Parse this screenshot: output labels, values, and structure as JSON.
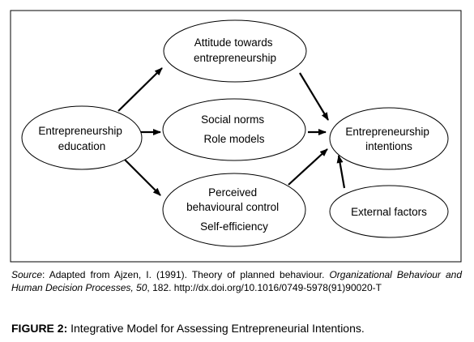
{
  "nodes": {
    "education": [
      "Entrepreneurship",
      "education"
    ],
    "attitude": [
      "Attitude towards",
      "entrepreneurship"
    ],
    "social": [
      "Social norms",
      "Role models"
    ],
    "perceived": [
      "Perceived",
      "behavioural control",
      "Self-efficiency"
    ],
    "intentions": [
      "Entrepreneurship",
      "intentions"
    ],
    "external": [
      "External factors"
    ]
  },
  "source": {
    "label": "Source",
    "text_1": ": Adapted from Ajzen, I. (1991). Theory of planned behaviour. ",
    "journal": "Organizational Behaviour and Human Decision Processes, 50",
    "text_2": ", 182. http://dx.doi.org/10.1016/0749-5978(91)90020-T"
  },
  "figure": {
    "label": "FIGURE 2:",
    "caption": " Integrative Model for Assessing Entrepreneurial Intentions."
  }
}
